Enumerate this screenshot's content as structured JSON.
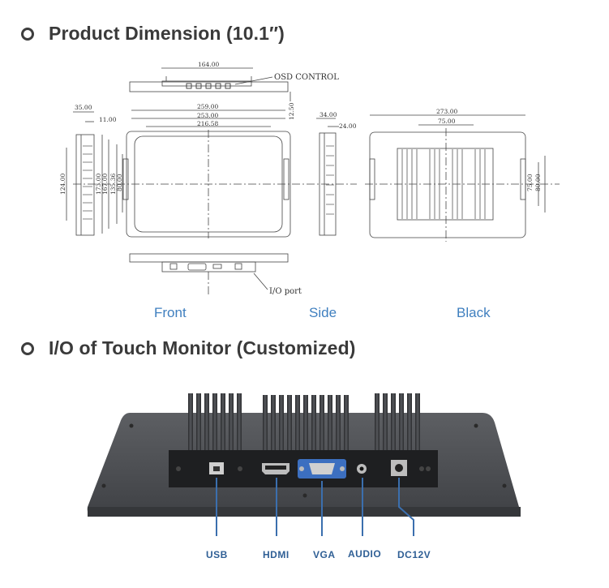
{
  "section1": {
    "title": "Product Dimension (10.1″)"
  },
  "section2": {
    "title": "I/O of Touch Monitor (Customized)"
  },
  "drawing": {
    "top_width": "164.00",
    "osd_label": "OSD CONTROL",
    "io_label": "I/O port",
    "front_w1": "259.00",
    "front_w2": "253.00",
    "front_w3": "216.58",
    "front_h_margin": "12.50",
    "left_depth": "35.00",
    "left_depth2": "11.00",
    "h1": "124.00",
    "h2": "173.00",
    "h3": "167.00",
    "h4": "135.36",
    "h5": "80.00",
    "side_d1": "34.00",
    "side_d2": "24.00",
    "back_w1": "273.00",
    "back_w2": "75.00",
    "back_h1": "75.00",
    "back_h2": "80.00"
  },
  "views": {
    "front": "Front",
    "side": "Side",
    "back": "Black"
  },
  "ports": {
    "usb": "USB",
    "hdmi": "HDMI",
    "vga": "VGA",
    "audio": "AUDIO",
    "dc": "DC12V"
  },
  "colors": {
    "accent": "#3f7fbf",
    "port_line": "#3b6fae",
    "device": "#4a4c50"
  }
}
